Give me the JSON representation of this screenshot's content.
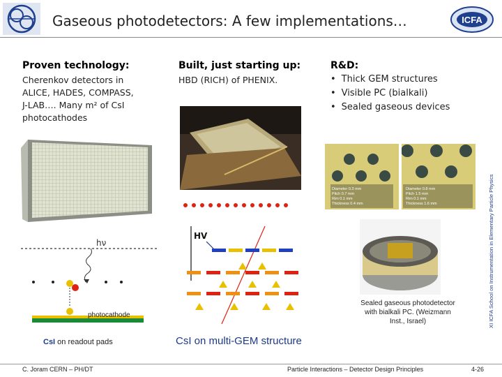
{
  "header": {
    "title": "Gaseous photodetectors: A few implementations…",
    "right_logo_text": "ICFA"
  },
  "columns": [
    {
      "heading": "Proven technology:",
      "body_lines": [
        "Cherenkov detectors in",
        "ALICE, HADES, COMPASS,",
        "J-LAB…. Many m² of CsI",
        "photocathodes"
      ]
    },
    {
      "heading": "Built, just starting up:",
      "body": "HBD (RICH) of PHENIX."
    },
    {
      "heading": "R&D:",
      "bullets": [
        "Thick GEM structures",
        "Visible PC (bialkali)",
        "Sealed gaseous devices"
      ]
    }
  ],
  "left_diagram": {
    "hv_label": "hν",
    "photocathode_label": "photocathode",
    "caption_csi": "CsI",
    "caption_rest": " on readout pads"
  },
  "gem_diagram": {
    "hv_label": "HV",
    "caption": "CsI on multi-GEM structure"
  },
  "thgem_specs": {
    "left": [
      "Diameter 0.3 mm",
      "Pitch 0.7 mm",
      "Rim 0.1 mm",
      "Thickness 0.4 mm"
    ],
    "right": [
      "Diameter 0.8 mm",
      "Pitch 1.5 mm",
      "Rim 0.1 mm",
      "Thickness 1.6 mm"
    ]
  },
  "sealed_caption": {
    "lines": [
      "Sealed gaseous photodetector",
      "with bialkali PC. (Weizmann",
      "Inst., Israel)"
    ]
  },
  "side_label": "XI ICFA School on Instrumentation in Elementary Particle Physics",
  "footer": {
    "left": "C. Joram  CERN – PH/DT",
    "center": "Particle Interactions – Detector Design Principles",
    "right": "4-26"
  },
  "colors": {
    "gold": "#e8c000",
    "orange": "#f09010",
    "red": "#e02010",
    "blue": "#2040c0",
    "csi_blue": "#1a3a8c",
    "green": "#1a8a3a"
  }
}
